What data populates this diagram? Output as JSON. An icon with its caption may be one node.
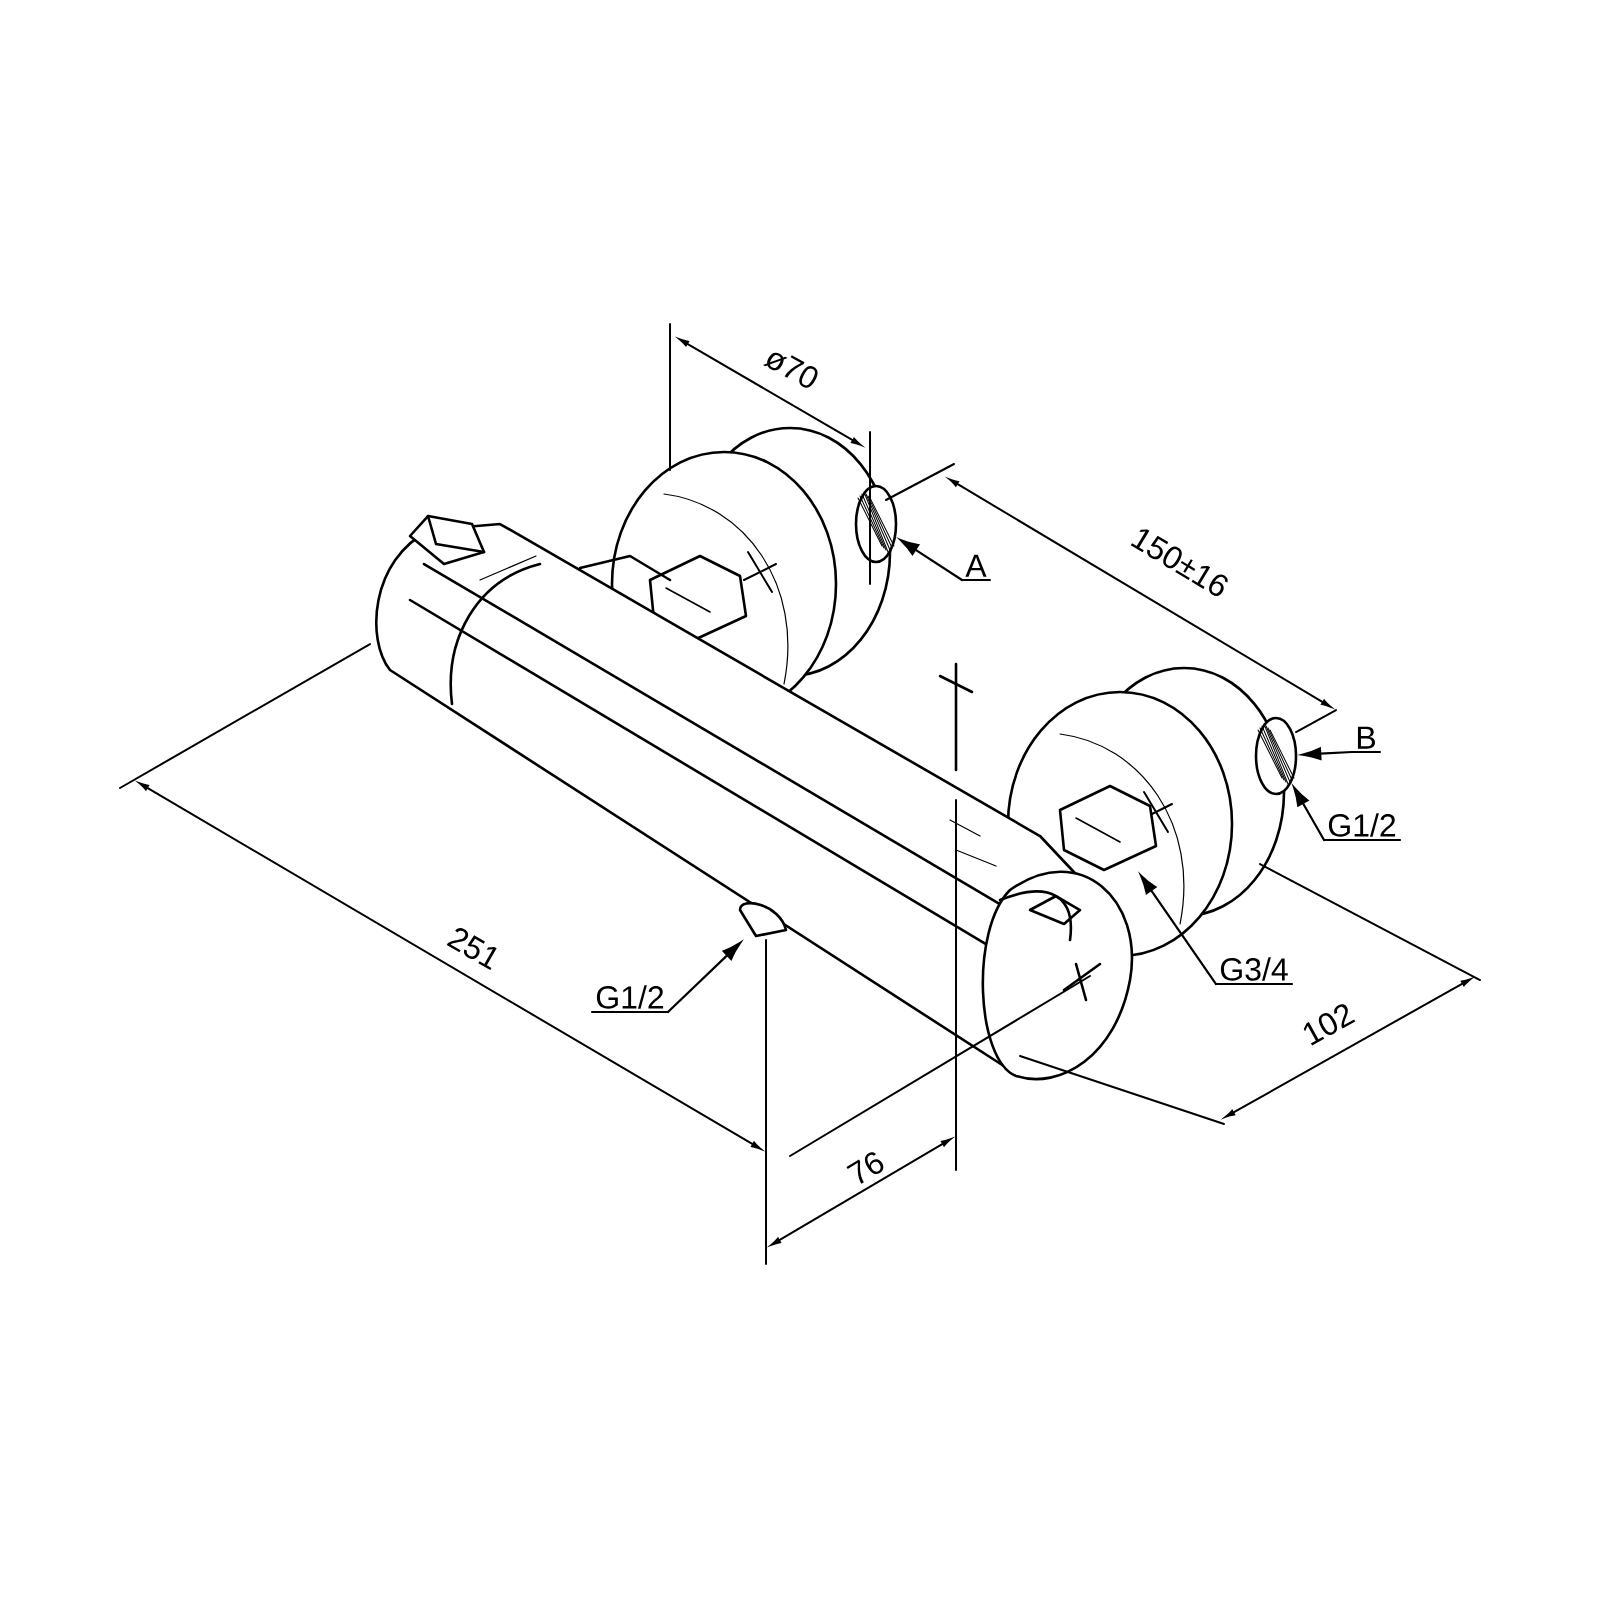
{
  "diagram": {
    "nodes": [
      {
        "text": [
          "A"
        ]
      },
      {
        "text": [
          "B"
        ]
      },
      {
        "text": [
          "G1/2"
        ]
      },
      {
        "text": [
          "G3/4"
        ]
      },
      {
        "text": [
          "G1/2"
        ]
      },
      {
        "text": [],
        "shape": "picture"
      },
      {
        "text": [],
        "shape": "picture"
      },
      {
        "text": [],
        "shape": "picture"
      },
      {
        "text": [],
        "shape": "picture"
      },
      {
        "text": [],
        "shape": "picture"
      }
    ],
    "edges": [
      {
        "from": 0,
        "to": 7,
        "arrow": "to"
      },
      {
        "from": 1,
        "to": 9,
        "arrow": "to"
      },
      {
        "from": 2,
        "to": 9,
        "arrow": "to"
      },
      {
        "from": 3,
        "to": 8,
        "arrow": "to"
      },
      {
        "from": 4,
        "to": 6,
        "arrow": "to"
      }
    ],
    "labels": [
      "ø70",
      "150±16",
      "251",
      "76",
      "102"
    ]
  }
}
